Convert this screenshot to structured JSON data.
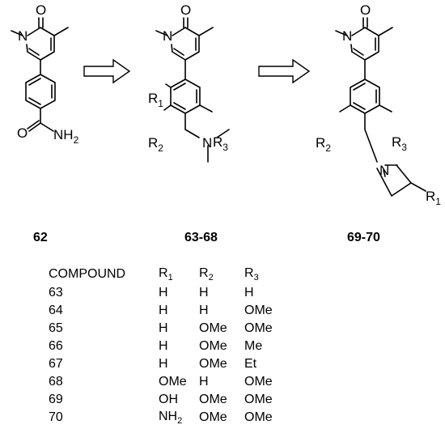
{
  "scheme": {
    "compounds": [
      {
        "label": "62",
        "atoms": {
          "n": "N",
          "o": "O",
          "o2": "O",
          "nh2": "NH",
          "nh2_sub": "2"
        }
      },
      {
        "label": "63-68",
        "atoms": {
          "n": "N",
          "o": "O",
          "r1": "R",
          "r1_sub": "1",
          "r2": "R",
          "r2_sub": "2",
          "r3": "R",
          "r3_sub": "3",
          "n2": "N"
        }
      },
      {
        "label": "69-70",
        "atoms": {
          "n": "N",
          "o": "O",
          "r2": "R",
          "r2_sub": "2",
          "r3": "R",
          "r3_sub": "3",
          "n2": "N",
          "r1": "R",
          "r1_sub": "1"
        }
      }
    ],
    "arrows": 2
  },
  "table": {
    "headers": {
      "compound": "COMPOUND",
      "r1": "R",
      "r1_sub": "1",
      "r2": "R",
      "r2_sub": "2",
      "r3": "R",
      "r3_sub": "3"
    },
    "rows": [
      {
        "compound": "63",
        "r1": "H",
        "r2": "H",
        "r3": "H"
      },
      {
        "compound": "64",
        "r1": "H",
        "r2": "H",
        "r3": "OMe"
      },
      {
        "compound": "65",
        "r1": "H",
        "r2": "OMe",
        "r3": "OMe"
      },
      {
        "compound": "66",
        "r1": "H",
        "r2": "OMe",
        "r3": "Me"
      },
      {
        "compound": "67",
        "r1": "H",
        "r2": "OMe",
        "r3": "Et"
      },
      {
        "compound": "68",
        "r1": "OMe",
        "r2": "H",
        "r3": "OMe"
      },
      {
        "compound": "69",
        "r1": "OH",
        "r2": "OMe",
        "r3": "OMe"
      },
      {
        "compound": "70",
        "r1": "NH",
        "r1_sub": "2",
        "r2": "OMe",
        "r3": "OMe"
      }
    ]
  }
}
